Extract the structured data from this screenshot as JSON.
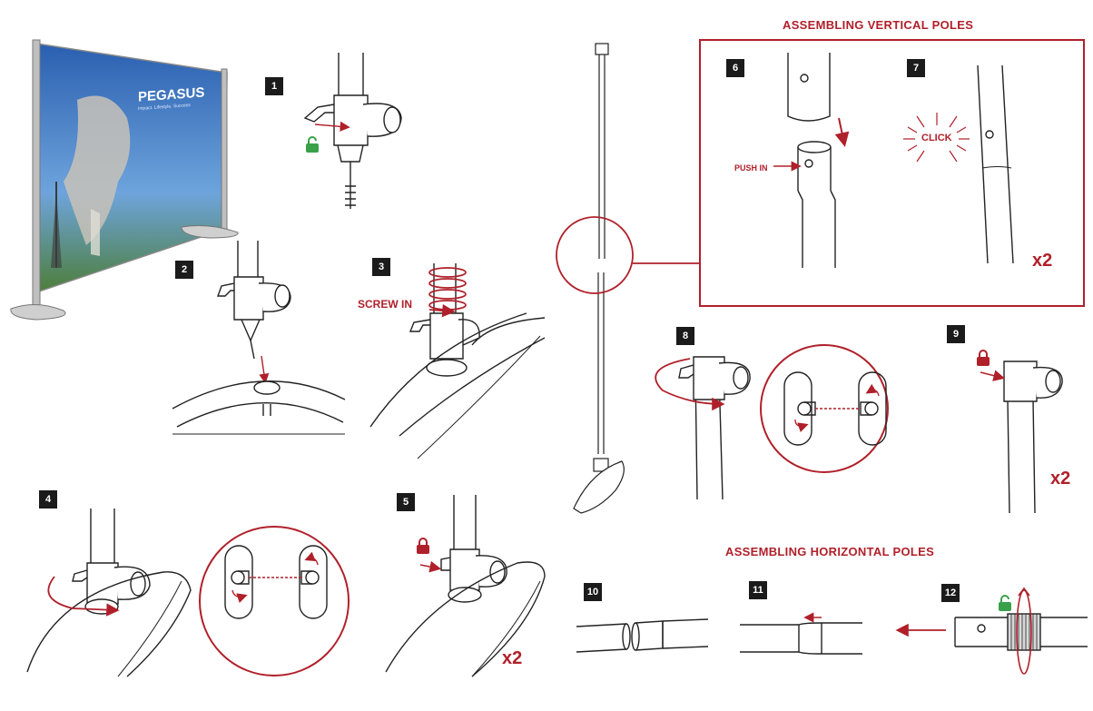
{
  "headings": {
    "vertical": "ASSEMBLING VERTICAL POLES",
    "horizontal": "ASSEMBLING HORIZONTAL POLES"
  },
  "steps": [
    "1",
    "2",
    "3",
    "4",
    "5",
    "6",
    "7",
    "8",
    "9",
    "10",
    "11",
    "12"
  ],
  "labels": {
    "screw_in": "SCREW IN",
    "push_in": "PUSH IN",
    "click": "CLICK",
    "x2": "x2"
  },
  "banner": {
    "title": "PEGASUS",
    "subtitle": "Impact. Lifestyle. Success"
  },
  "colors": {
    "accent": "#b0202a",
    "step_box": "#1b1b1b",
    "unlock": "#3aa14a",
    "lock": "#b0202a"
  },
  "icons": {
    "unlock": "unlock-icon",
    "lock": "lock-icon"
  }
}
